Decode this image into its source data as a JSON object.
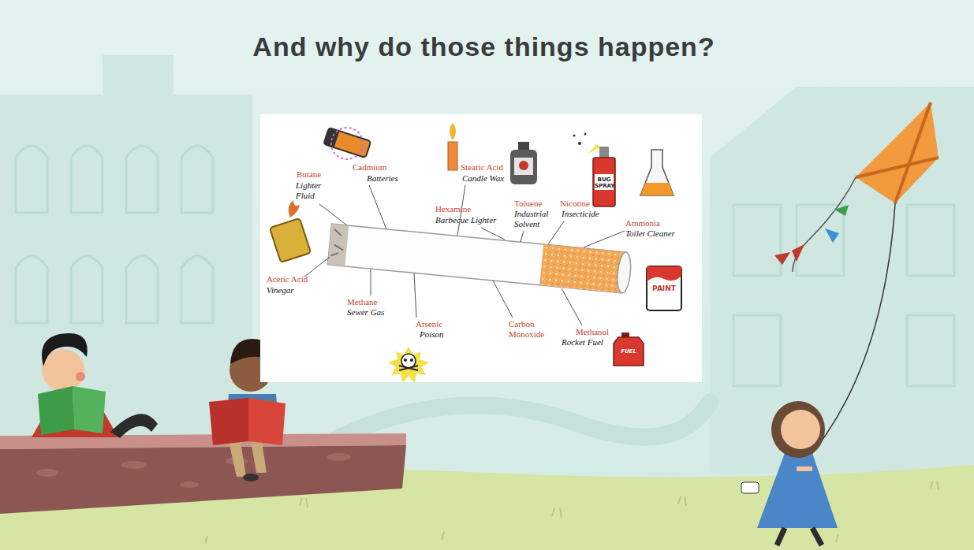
{
  "diagram": {
    "title": "And why do those things happen?",
    "labels": [
      "Cadmium",
      "Batteries",
      "Stearic Acid",
      "Candle Wax",
      "BUG SPRAY",
      "Butane",
      "Lighter Fluid",
      "Toluene",
      "Industrial Solvent",
      "Hexamine",
      "Barbecue Lighter",
      "Nicotine",
      "Insecticide",
      "Ammonia",
      "Toilet Cleaner",
      "Acetic Acid",
      "Vinegar",
      "PAINT",
      "Methane",
      "Sewer Gas",
      "Arsenic",
      "Poison",
      "Carbon Monoxide",
      "Methanol",
      "Rocket Fuel",
      "FUEL"
    ]
  }
}
